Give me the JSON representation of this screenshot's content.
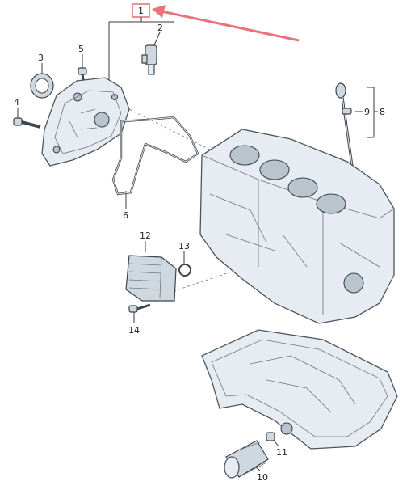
{
  "highlight_color": "#e8737b",
  "callouts": {
    "c1": "1",
    "c2": "2",
    "c3": "3",
    "c4": "4",
    "c5": "5",
    "c6": "6",
    "c8": "8",
    "c9": "9",
    "c10": "10",
    "c11": "11",
    "c12": "12",
    "c13": "13",
    "c14": "14"
  }
}
